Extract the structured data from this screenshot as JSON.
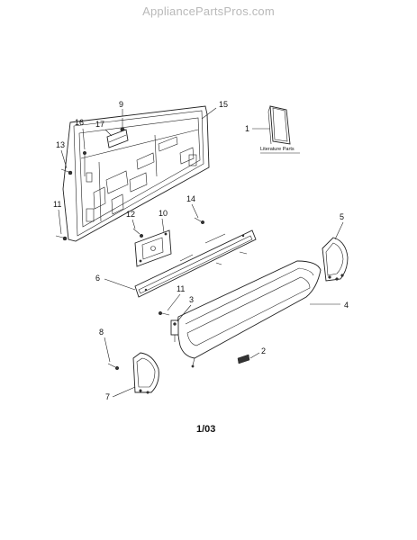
{
  "watermark": "AppliancePartsPros.com",
  "literature": {
    "number": "1",
    "label": "Literature Parts"
  },
  "callouts": {
    "c2": "2",
    "c3": "3",
    "c4": "4",
    "c5": "5",
    "c6": "6",
    "c7": "7",
    "c8": "8",
    "c9": "9",
    "c10": "10",
    "c11a": "11",
    "c11b": "11",
    "c12": "12",
    "c13": "13",
    "c14": "14",
    "c15": "15",
    "c16": "16",
    "c17": "17"
  },
  "footer_code": "1/03"
}
